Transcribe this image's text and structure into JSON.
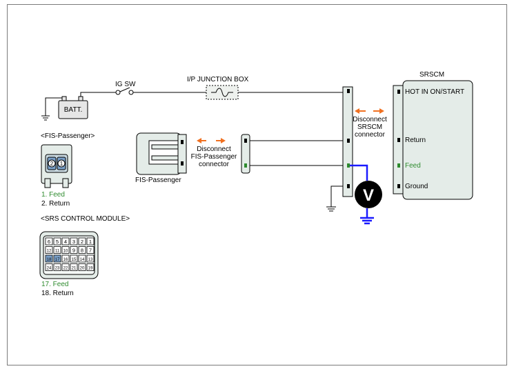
{
  "battery": {
    "label": "BATT."
  },
  "ig_switch": {
    "label": "IG SW"
  },
  "junction_box": {
    "label": "I/P JUNCTION BOX"
  },
  "srscm": {
    "title": "SRSCM",
    "pins": {
      "hot": "HOT IN ON/START",
      "return": "Return",
      "feed": "Feed",
      "ground": "Ground"
    }
  },
  "disconnect_srscm": {
    "line1": "Disconnect",
    "line2": "SRSCM",
    "line3": "connector"
  },
  "disconnect_fis": {
    "line1": "Disconnect",
    "line2": "FIS-Passenger",
    "line3": "connector"
  },
  "fis_component": {
    "label": "FIS-Passenger"
  },
  "voltmeter": {
    "symbol": "V"
  },
  "fis_connector": {
    "title": "<FIS-Passenger>",
    "pin_labels": [
      "2",
      "1"
    ],
    "pins": [
      "1. Feed",
      "2. Return"
    ]
  },
  "srs_module_connector": {
    "title": "<SRS CONTROL MODULE>",
    "rows": [
      [
        "6",
        "5",
        "4",
        "3",
        "2",
        "1"
      ],
      [
        "12",
        "11",
        "10",
        "9",
        "8",
        "7"
      ],
      [
        "18",
        "17",
        "16",
        "15",
        "14",
        "13"
      ],
      [
        "24",
        "23",
        "22",
        "21",
        "20",
        "19"
      ]
    ],
    "pins": [
      "17. Feed",
      "18. Return"
    ]
  },
  "colors": {
    "wire": "#000000",
    "meter_wire": "#1a1aff",
    "feed_text": "#2e8b2e",
    "arrow": "#f07020",
    "connector_fill": "#e4ece8"
  }
}
